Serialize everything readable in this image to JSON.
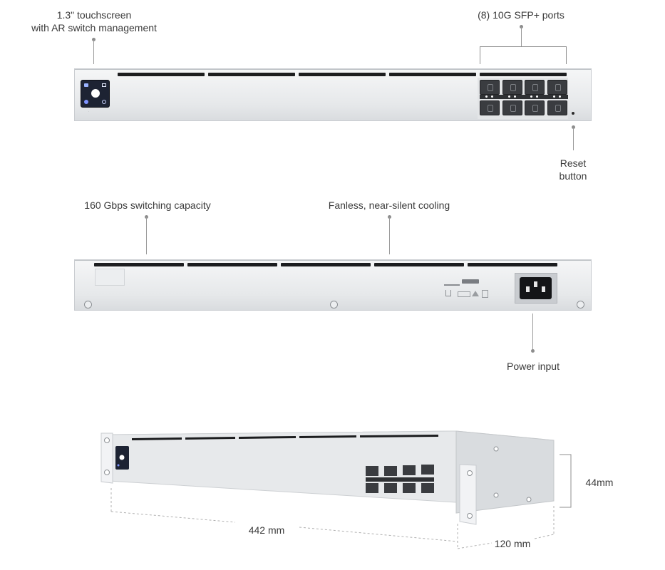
{
  "callouts": {
    "touchscreen_line1": "1.3\" touchscreen",
    "touchscreen_line2": "with AR switch management",
    "sfp_ports": "(8) 10G SFP+ ports",
    "reset_line1": "Reset",
    "reset_line2": "button",
    "switching_capacity": "160 Gbps switching capacity",
    "cooling": "Fanless, near-silent cooling",
    "power_input": "Power input"
  },
  "dimensions": {
    "height": "44mm",
    "width": "442 mm",
    "depth": "120 mm"
  },
  "colors": {
    "chassis": "#e6e8ea",
    "vent": "#1c1d1f",
    "sfp_cage": "#3a3c40",
    "screen": "#1d2333",
    "callout_line": "#9a9a9a"
  },
  "icons": {
    "screen_icons": [
      "device-icon",
      "window-icon",
      "power-icon",
      "settings-icon"
    ],
    "rear_markings": [
      "unifi-logo",
      "ce-mark",
      "warning-triangle",
      "weee-bin"
    ]
  }
}
